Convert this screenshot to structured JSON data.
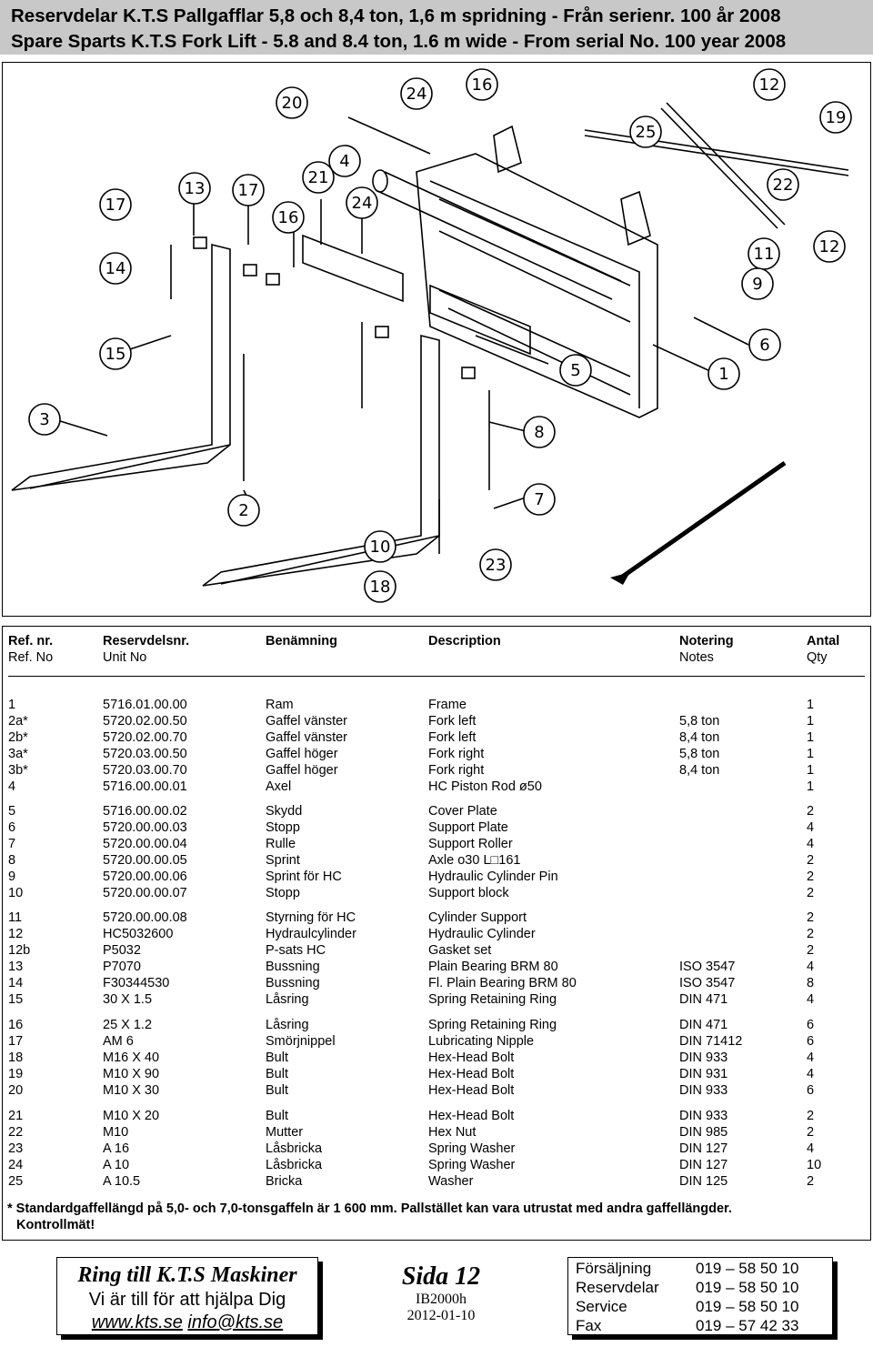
{
  "header": {
    "line1": "Reservdelar K.T.S Pallgafflar 5,8 och 8,4 ton, 1,6 m spridning - Från serienr. 100 år 2008",
    "line2": "Spare Sparts K.T.S Fork Lift - 5.8 and 8.4 ton, 1.6 m wide - From serial No. 100 year 2008"
  },
  "diagram": {
    "callouts": [
      "20",
      "24",
      "16",
      "12",
      "19",
      "25",
      "4",
      "21",
      "24",
      "22",
      "17",
      "13",
      "17",
      "16",
      "12",
      "11",
      "9",
      "14",
      "6",
      "15",
      "5",
      "1",
      "3",
      "8",
      "7",
      "2",
      "10",
      "23",
      "18"
    ]
  },
  "table": {
    "headers": {
      "ref_sv": "Ref. nr.",
      "ref_en": "Ref. No",
      "unit_sv": "Reservdelsnr.",
      "unit_en": "Unit No",
      "name_sv": "Benämning",
      "desc": "Description",
      "notes_sv": "Notering",
      "notes_en": "Notes",
      "qty_sv": "Antal",
      "qty_en": "Qty"
    },
    "rows": [
      {
        "ref": "1",
        "unit": "5716.01.00.00",
        "name": "Ram",
        "desc": "Frame",
        "notes": "",
        "qty": "1"
      },
      {
        "ref": "2a*",
        "unit": "5720.02.00.50",
        "name": "Gaffel vänster",
        "desc": "Fork left",
        "notes": "5,8 ton",
        "qty": "1"
      },
      {
        "ref": "2b*",
        "unit": "5720.02.00.70",
        "name": "Gaffel vänster",
        "desc": "Fork left",
        "notes": "8,4 ton",
        "qty": "1"
      },
      {
        "ref": "3a*",
        "unit": "5720.03.00.50",
        "name": "Gaffel höger",
        "desc": "Fork right",
        "notes": "5,8 ton",
        "qty": "1"
      },
      {
        "ref": "3b*",
        "unit": "5720.03.00.70",
        "name": "Gaffel höger",
        "desc": "Fork right",
        "notes": "8,4 ton",
        "qty": "1"
      },
      {
        "ref": "4",
        "unit": "5716.00.00.01",
        "name": "Axel",
        "desc": "HC Piston Rod ø50",
        "notes": "",
        "qty": "1"
      },
      {
        "ref": "5",
        "unit": "5716.00.00.02",
        "name": "Skydd",
        "desc": "Cover Plate",
        "notes": "",
        "qty": "2"
      },
      {
        "ref": "6",
        "unit": "5720.00.00.03",
        "name": "Stopp",
        "desc": "Support Plate",
        "notes": "",
        "qty": "4"
      },
      {
        "ref": "7",
        "unit": "5720.00.00.04",
        "name": "Rulle",
        "desc": "Support Roller",
        "notes": "",
        "qty": "4"
      },
      {
        "ref": "8",
        "unit": "5720.00.00.05",
        "name": "Sprint",
        "desc": "Axle o30 L□161",
        "notes": "",
        "qty": "2"
      },
      {
        "ref": "9",
        "unit": "5720.00.00.06",
        "name": "Sprint för HC",
        "desc": "Hydraulic Cylinder Pin",
        "notes": "",
        "qty": "2"
      },
      {
        "ref": "10",
        "unit": "5720.00.00.07",
        "name": "Stopp",
        "desc": "Support block",
        "notes": "",
        "qty": "2"
      },
      {
        "ref": "11",
        "unit": "5720.00.00.08",
        "name": "Styrning för HC",
        "desc": "Cylinder Support",
        "notes": "",
        "qty": "2"
      },
      {
        "ref": "12",
        "unit": "HC5032600",
        "name": "Hydraulcylinder",
        "desc": "Hydraulic Cylinder",
        "notes": "",
        "qty": "2"
      },
      {
        "ref": "12b",
        "unit": "P5032",
        "name": "P-sats HC",
        "desc": "Gasket set",
        "notes": "",
        "qty": "2"
      },
      {
        "ref": "13",
        "unit": "P7070",
        "name": "Bussning",
        "desc": "Plain Bearing BRM 80",
        "notes": "ISO 3547",
        "qty": "4"
      },
      {
        "ref": "14",
        "unit": "F30344530",
        "name": "Bussning",
        "desc": "Fl. Plain Bearing BRM 80",
        "notes": "ISO 3547",
        "qty": "8"
      },
      {
        "ref": "15",
        "unit": "30 X 1.5",
        "name": "Låsring",
        "desc": "Spring Retaining Ring",
        "notes": "DIN 471",
        "qty": "4"
      },
      {
        "ref": "16",
        "unit": "25 X 1.2",
        "name": "Låsring",
        "desc": "Spring Retaining Ring",
        "notes": "DIN 471",
        "qty": "6"
      },
      {
        "ref": "17",
        "unit": "AM 6",
        "name": "Smörjnippel",
        "desc": "Lubricating Nipple",
        "notes": "DIN 71412",
        "qty": "6"
      },
      {
        "ref": "18",
        "unit": "M16 X 40",
        "name": "Bult",
        "desc": "Hex-Head Bolt",
        "notes": "DIN 933",
        "qty": "4"
      },
      {
        "ref": "19",
        "unit": "M10 X 90",
        "name": "Bult",
        "desc": "Hex-Head Bolt",
        "notes": "DIN 931",
        "qty": "4"
      },
      {
        "ref": "20",
        "unit": "M10 X 30",
        "name": "Bult",
        "desc": "Hex-Head Bolt",
        "notes": "DIN 933",
        "qty": "6"
      },
      {
        "ref": "21",
        "unit": "M10 X 20",
        "name": "Bult",
        "desc": "Hex-Head Bolt",
        "notes": "DIN 933",
        "qty": "2"
      },
      {
        "ref": "22",
        "unit": "M10",
        "name": "Mutter",
        "desc": "Hex Nut",
        "notes": "DIN 985",
        "qty": "2"
      },
      {
        "ref": "23",
        "unit": "A 16",
        "name": "Låsbricka",
        "desc": "Spring Washer",
        "notes": "DIN 127",
        "qty": "4"
      },
      {
        "ref": "24",
        "unit": "A 10",
        "name": "Låsbricka",
        "desc": "Spring Washer",
        "notes": "DIN 127",
        "qty": "10"
      },
      {
        "ref": "25",
        "unit": "A 10.5",
        "name": "Bricka",
        "desc": "Washer",
        "notes": "DIN 125",
        "qty": "2"
      }
    ],
    "note_line1": "* Standardgaffellängd på 5,0- och 7,0-tonsgaffeln är 1 600 mm. Pallstället kan vara utrustat med andra gaffellängder.",
    "note_line2": "Kontrollmät!"
  },
  "footer": {
    "ring_title": "Ring till K.T.S Maskiner",
    "ring_sub": "Vi är till för att hjälpa Dig",
    "web": "www.kts.se",
    "email": "info@kts.se",
    "page": "Sida 12",
    "doc": "IB2000h",
    "date": "2012-01-10",
    "contacts": [
      {
        "label": "Försäljning",
        "number": "019 – 58 50 10"
      },
      {
        "label": "Reservdelar",
        "number": "019 – 58 50 10"
      },
      {
        "label": "Service",
        "number": "019 – 58 50 10"
      },
      {
        "label": "Fax",
        "number": "019 – 57 42 33"
      }
    ]
  }
}
